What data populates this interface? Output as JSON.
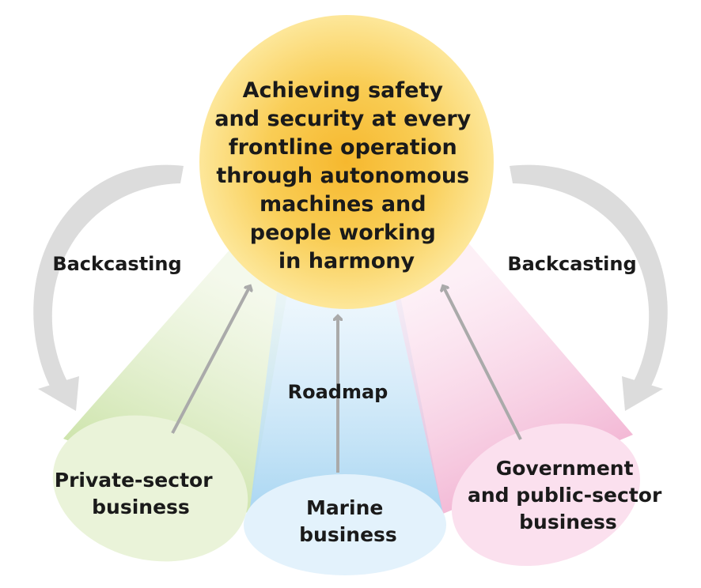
{
  "goal": {
    "lines": [
      "Achieving safety",
      "and security at every",
      "frontline operation",
      "through autonomous",
      "machines and",
      "people working",
      "in harmony"
    ]
  },
  "labels": {
    "backcasting_left": "Backcasting",
    "backcasting_right": "Backcasting",
    "roadmap": "Roadmap"
  },
  "businesses": {
    "private": {
      "lines": [
        "Private-sector",
        "business"
      ]
    },
    "marine": {
      "lines": [
        "Marine",
        "business"
      ]
    },
    "government": {
      "lines": [
        "Government",
        "and public-sector",
        "business"
      ]
    }
  },
  "colors": {
    "goal_center": "#f6b82e",
    "goal_edge": "#fde79a",
    "green": "#b9d98a",
    "green_light": "#eaf3d9",
    "blue": "#a9d6f2",
    "blue_light": "#e3f2fc",
    "pink": "#ee9fc6",
    "pink_light": "#fbe0ee",
    "arrow": "#aaaaaa",
    "curve_arrow": "#dcdcdc"
  }
}
